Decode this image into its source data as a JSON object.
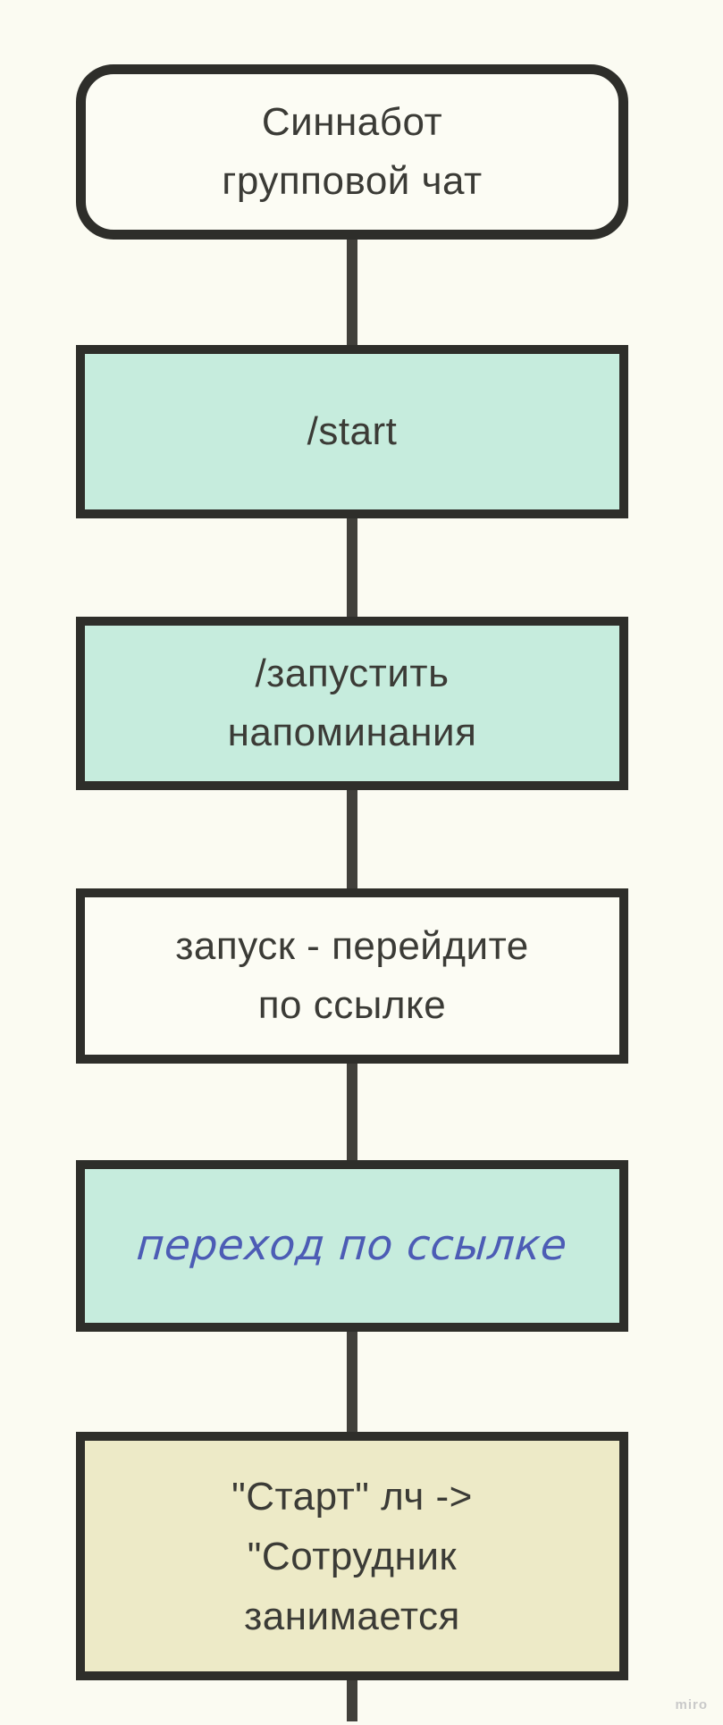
{
  "app": {
    "watermark": "miro"
  },
  "colors": {
    "background": "#fbfbf2",
    "node_stroke": "#2e2e2a",
    "connector": "#41403b",
    "text": "#3b3b36",
    "mint_fill": "#c6ecdd",
    "ivory_fill": "#fcfcf4",
    "khaki_fill": "#edeac7",
    "link_text_blue": "#4c5cb5",
    "watermark_gray": "#c9c9c9"
  },
  "flowchart": {
    "direction": "vertical",
    "nodes": [
      {
        "label": "Синнабот\nгрупповой чат",
        "shape": "rounded-rectangle",
        "fill": "#fcfcf4",
        "color": "#3b3b36",
        "style": "normal"
      },
      {
        "label": "/start",
        "shape": "rectangle",
        "fill": "#c6ecdd",
        "color": "#3b3b36",
        "style": "normal"
      },
      {
        "label": "/запустить\nнапоминания",
        "shape": "rectangle",
        "fill": "#c6ecdd",
        "color": "#3b3b36",
        "style": "normal"
      },
      {
        "label": "запуск - перейдите\nпо ссылке",
        "shape": "rectangle",
        "fill": "#fcfcf4",
        "color": "#3b3b36",
        "style": "normal"
      },
      {
        "label": "переход по ссылке",
        "shape": "rectangle",
        "fill": "#c6ecdd",
        "color": "#4c5cb5",
        "style": "italic"
      },
      {
        "label": "\"Старт\" лч ->\n\"Сотрудник\nзанимается",
        "shape": "rectangle",
        "fill": "#edeac7",
        "color": "#3b3b36",
        "style": "normal"
      }
    ],
    "connector_count": 6
  }
}
